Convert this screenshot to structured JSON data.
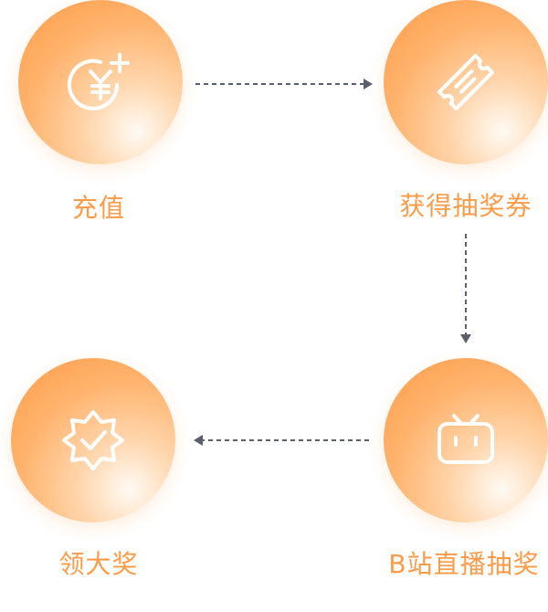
{
  "steps": [
    {
      "id": "recharge",
      "label": "充值",
      "icon": "yen-plus-icon"
    },
    {
      "id": "get-ticket",
      "label": "获得抽奖券",
      "icon": "ticket-icon"
    },
    {
      "id": "live-draw",
      "label": "B站直播抽奖",
      "icon": "bilibili-tv-icon"
    },
    {
      "id": "claim-prize",
      "label": "领大奖",
      "icon": "badge-check-icon"
    }
  ],
  "colors": {
    "accent": "#ff9a46",
    "arrow": "#5a5f6b",
    "icon": "#ffffff"
  }
}
